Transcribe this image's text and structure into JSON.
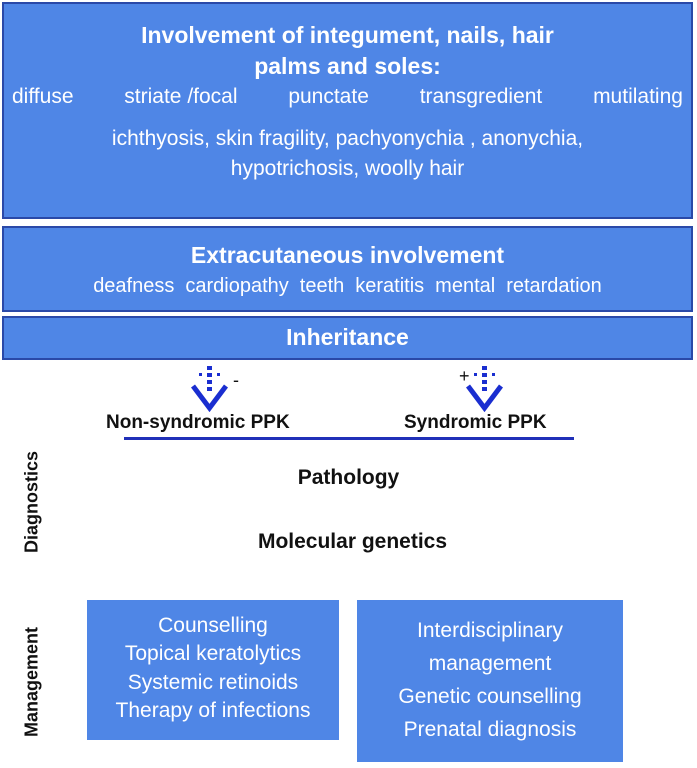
{
  "panel1": {
    "title_line1": "Involvement of integument, nails, hair",
    "title_line2": "palms and soles:",
    "patterns": [
      "diffuse",
      "striate /focal",
      "punctate",
      "transgredient",
      "mutilating"
    ],
    "conditions_line1": "ichthyosis, skin fragility, pachyonychia , anonychia,",
    "conditions_line2": "hypotrichosis, woolly  hair"
  },
  "panel2": {
    "title": "Extracutaneous  involvement",
    "items": [
      "deafness",
      "cardiopathy",
      "teeth",
      "keratitis",
      "mental",
      "retardation"
    ]
  },
  "panel3": {
    "title": "Inheritance"
  },
  "branches": {
    "left": {
      "sign": "-",
      "label": "Non-syndromic PPK"
    },
    "right": {
      "sign": "+",
      "label": "Syndromic PPK"
    }
  },
  "diagnostics": {
    "axis_label": "Diagnostics",
    "items": [
      "Pathology",
      "Molecular genetics"
    ]
  },
  "management": {
    "axis_label": "Management",
    "left_box": [
      "Counselling",
      "Topical keratolytics",
      "Systemic retinoids",
      "Therapy of infections"
    ],
    "right_box": [
      "Interdisciplinary",
      "management",
      "Genetic counselling",
      "Prenatal diagnosis"
    ]
  },
  "colors": {
    "panel_fill": "#4f86e6",
    "panel_border": "#2a49a8",
    "arrow": "#1a2ed0",
    "line": "#2030b8"
  }
}
